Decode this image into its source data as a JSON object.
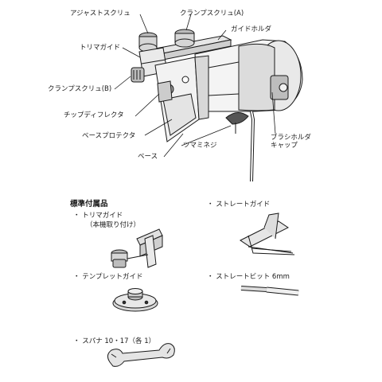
{
  "parts": {
    "adjust_screw": "アジャストスクリュ",
    "clamp_screw_a": "クランプスクリュ(A)",
    "guide_holder": "ガイドホルダ",
    "trimmer_guide": "トリマガイド",
    "clamp_screw_b": "クランプスクリュ(B)",
    "chip_deflector": "チップディフレクタ",
    "base_protector": "ベースプロテクタ",
    "knob_screw": "ツマミネジ",
    "base": "ベース",
    "brush_holder_cap_line1": "ブラシホルダ",
    "brush_holder_cap_line2": "キャップ"
  },
  "accessories": {
    "title": "標準付属品",
    "trimmer_guide": "・ トリマガイド",
    "trimmer_guide_note": "（本機取り付け）",
    "straight_guide": "・ ストレートガイド",
    "template_guide": "・ テンプレットガイド",
    "straight_bit": "・ ストレートビット 6mm",
    "spanner": "・ スパナ 10・17（各 1）"
  },
  "colors": {
    "ink": "#1a1a1a",
    "shade": "#c8c8c8",
    "dark": "#555555"
  }
}
